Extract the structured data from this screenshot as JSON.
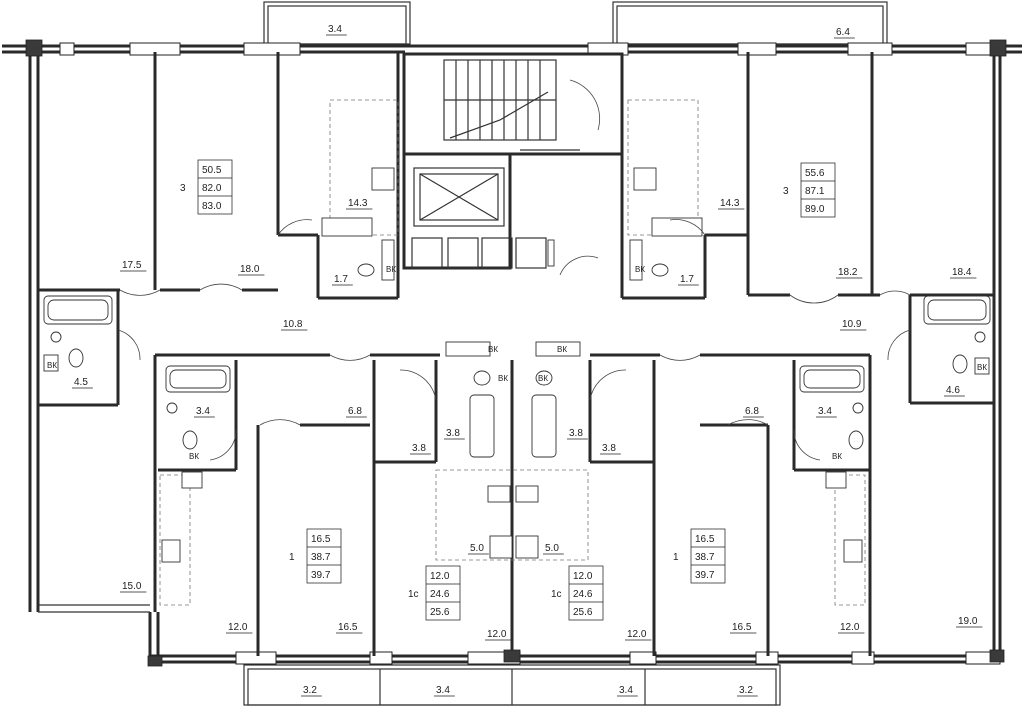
{
  "apartments": [
    {
      "rooms": "3",
      "living": "50.5",
      "total": "82.0",
      "total_with_balcony": "83.0"
    },
    {
      "rooms": "3",
      "living": "55.6",
      "total": "87.1",
      "total_with_balcony": "89.0"
    },
    {
      "rooms": "1",
      "living": "16.5",
      "total": "38.7",
      "total_with_balcony": "39.7"
    },
    {
      "rooms": "1c",
      "living": "12.0",
      "total": "24.6",
      "total_with_balcony": "25.6"
    },
    {
      "rooms": "1c",
      "living": "12.0",
      "total": "24.6",
      "total_with_balcony": "25.6"
    },
    {
      "rooms": "1",
      "living": "16.5",
      "total": "38.7",
      "total_with_balcony": "39.7"
    }
  ],
  "room_areas": [
    "3.4",
    "6.4",
    "17.5",
    "18.0",
    "14.3",
    "1.7",
    "14.3",
    "1.7",
    "18.2",
    "18.4",
    "10.8",
    "10.9",
    "4.5",
    "4.6",
    "3.4",
    "6.8",
    "3.8",
    "3.8",
    "3.8",
    "3.8",
    "6.8",
    "3.4",
    "5.0",
    "5.0",
    "15.0",
    "12.0",
    "16.5",
    "12.0",
    "12.0",
    "16.5",
    "12.0",
    "19.0",
    "3.2",
    "3.4",
    "3.4",
    "3.2"
  ],
  "bathroom_marks": [
    "ВК",
    "ВК",
    "ВК",
    "ВК",
    "ВК",
    "ВК",
    "ВК",
    "ВК",
    "ВК",
    "ВК"
  ]
}
